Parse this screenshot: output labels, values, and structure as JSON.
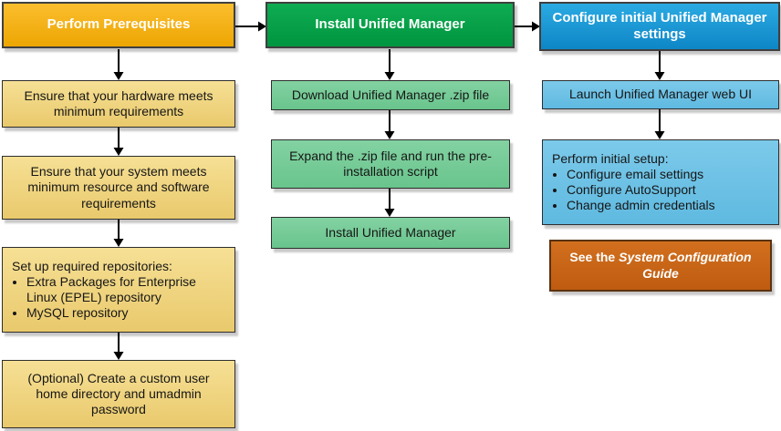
{
  "columns": [
    {
      "header": "Perform Prerequisites",
      "steps": [
        {
          "text": "Ensure that your hardware meets minimum requirements"
        },
        {
          "text": "Ensure that your system meets minimum resource and software requirements"
        },
        {
          "intro": "Set up required repositories:",
          "bullets": [
            "Extra Packages for Enterprise Linux (EPEL) repository",
            "MySQL repository"
          ]
        },
        {
          "text": "(Optional) Create a custom user home directory and umadmin password"
        }
      ]
    },
    {
      "header": "Install Unified Manager",
      "steps": [
        {
          "text": "Download Unified Manager .zip file"
        },
        {
          "text": "Expand the .zip file and run the pre-installation script"
        },
        {
          "text": "Install Unified Manager"
        }
      ]
    },
    {
      "header": "Configure initial Unified Manager settings",
      "steps": [
        {
          "text": "Launch Unified Manager web UI"
        },
        {
          "intro": "Perform initial setup:",
          "bullets": [
            "Configure email settings",
            "Configure AutoSupport",
            "Change admin credentials"
          ]
        }
      ],
      "note": {
        "prefix": "See the ",
        "italic": "System Configuration Guide"
      }
    }
  ],
  "colors": {
    "gold_header_top": "#FBBE2E",
    "gold_header_bottom": "#EDA602",
    "gold_body_top": "#F6E095",
    "gold_body_bottom": "#E9C96C",
    "green_header_top": "#0FAC52",
    "green_header_bottom": "#009540",
    "green_body_top": "#83D2A2",
    "green_body_bottom": "#69C48C",
    "blue_header_top": "#2BAAE2",
    "blue_header_bottom": "#0E86C6",
    "blue_body_top": "#7CCAEA",
    "blue_body_bottom": "#5FB9E0",
    "orange_top": "#D2701F",
    "orange_bottom": "#BE5B10",
    "arrow": "#000000",
    "border_dark": "#3F3F3F"
  }
}
